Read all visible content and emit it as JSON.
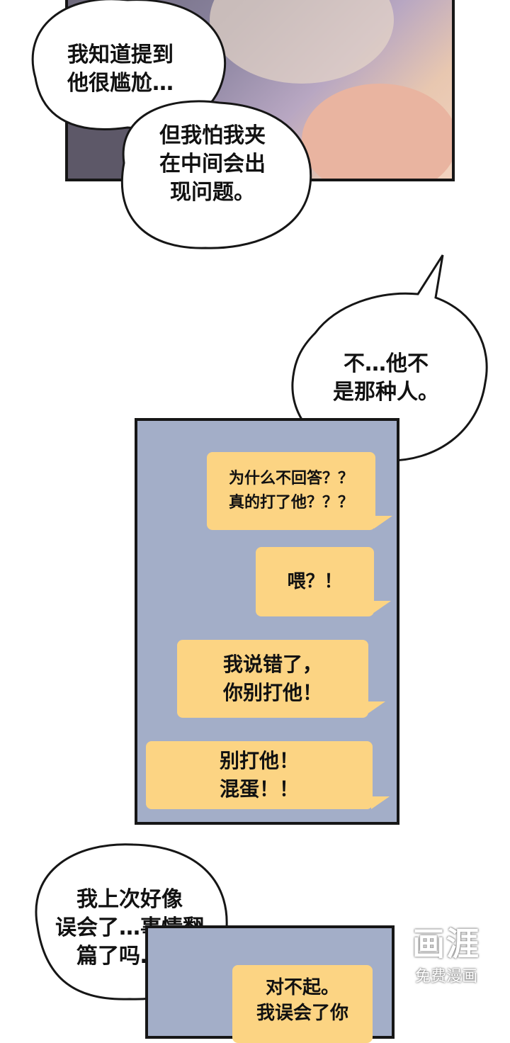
{
  "bubbles": {
    "b1": "我知道提到\n他很尴尬…",
    "b2": "但我怕我夹\n在中间会出\n现问题。",
    "b3": "不…他不\n是那种人。",
    "b4": "我上次好像\n误会了…事情翻\n篇了吗…？"
  },
  "messages": {
    "m1": "为什么不回答？？\n真的打了他？？？",
    "m2": "喂？！",
    "m3": "我说错了，\n你别打他！",
    "m4": "别打他！\n混蛋！！",
    "m5": "对不起。\n我误会了你"
  },
  "watermark": {
    "logo": "画涯",
    "sub": "免费漫画"
  },
  "colors": {
    "message_bubble": "#fcd483",
    "phone_screen": "#a3aec8",
    "panel_border": "#161616"
  }
}
